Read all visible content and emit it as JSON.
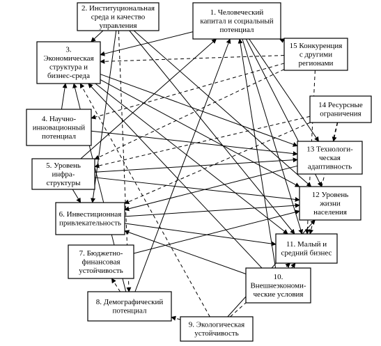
{
  "nodes": [
    {
      "id": "n1",
      "lines": [
        "1. Человеческий",
        "капитал и социальный",
        "потенциал"
      ]
    },
    {
      "id": "n2",
      "lines": [
        "2. Институциональная",
        "среда и качество",
        "управления"
      ]
    },
    {
      "id": "n3",
      "lines": [
        "3.",
        "Экономическая",
        "структура и",
        "бизнес-среда"
      ]
    },
    {
      "id": "n4",
      "lines": [
        "4. Научно-",
        "инновационный",
        "потенциал"
      ]
    },
    {
      "id": "n5",
      "lines": [
        "5. Уровень",
        "инфра-",
        "структуры"
      ]
    },
    {
      "id": "n6",
      "lines": [
        "6. Инвестиционная",
        "привлекательность"
      ]
    },
    {
      "id": "n7",
      "lines": [
        "7. Бюджетно-",
        "финансовая",
        "устойчивость"
      ]
    },
    {
      "id": "n8",
      "lines": [
        "8. Демографический",
        "потенциал"
      ]
    },
    {
      "id": "n9",
      "lines": [
        "9. Экологическая",
        "устойчивость"
      ]
    },
    {
      "id": "n10",
      "lines": [
        "10.",
        "Внешнеэкономи-",
        "ческие условия"
      ]
    },
    {
      "id": "n11",
      "lines": [
        "11. Малый и",
        "средний бизнес"
      ]
    },
    {
      "id": "n12",
      "lines": [
        "12 Уровень",
        "жизни",
        "населения"
      ]
    },
    {
      "id": "n13",
      "lines": [
        "13 Технологи-",
        "ческая",
        "адаптивность"
      ]
    },
    {
      "id": "n14",
      "lines": [
        "14 Ресурсные",
        "ограничения"
      ]
    },
    {
      "id": "n15",
      "lines": [
        "15 Конкуренция",
        "с другими",
        "регионами"
      ]
    }
  ],
  "edges": [
    {
      "from": "n1",
      "to": "n3",
      "style": "solid"
    },
    {
      "from": "n1",
      "to": "n11",
      "style": "solid"
    },
    {
      "from": "n1",
      "to": "n12",
      "style": "solid"
    },
    {
      "from": "n1",
      "to": "n13",
      "style": "solid"
    },
    {
      "from": "n2",
      "to": "n3",
      "style": "solid"
    },
    {
      "from": "n2",
      "to": "n6",
      "style": "solid"
    },
    {
      "from": "n2",
      "to": "n11",
      "style": "solid"
    },
    {
      "from": "n2",
      "to": "n12",
      "style": "solid"
    },
    {
      "from": "n3",
      "to": "n11",
      "style": "solid"
    },
    {
      "from": "n3",
      "to": "n12",
      "style": "solid"
    },
    {
      "from": "n3",
      "to": "n13",
      "style": "solid"
    },
    {
      "from": "n4",
      "to": "n3",
      "style": "solid"
    },
    {
      "from": "n4",
      "to": "n13",
      "style": "solid"
    },
    {
      "from": "n5",
      "to": "n6",
      "style": "solid"
    },
    {
      "from": "n5",
      "to": "n12",
      "style": "solid"
    },
    {
      "from": "n5",
      "to": "n13",
      "style": "solid"
    },
    {
      "from": "n5",
      "to": "n1",
      "style": "solid"
    },
    {
      "from": "n6",
      "to": "n11",
      "style": "solid"
    },
    {
      "from": "n6",
      "to": "n12",
      "style": "solid"
    },
    {
      "from": "n7",
      "to": "n12",
      "style": "solid"
    },
    {
      "from": "n8",
      "to": "n1",
      "style": "solid"
    },
    {
      "from": "n8",
      "to": "n3",
      "style": "solid"
    },
    {
      "from": "n9",
      "to": "n12",
      "style": "solid"
    },
    {
      "from": "n10",
      "to": "n3",
      "style": "solid"
    },
    {
      "from": "n10",
      "to": "n6",
      "style": "solid"
    },
    {
      "from": "n10",
      "to": "n11",
      "style": "solid"
    },
    {
      "from": "n10",
      "to": "n1",
      "style": "solid"
    },
    {
      "from": "n13",
      "to": "n6",
      "style": "solid"
    },
    {
      "from": "n2",
      "to": "n8",
      "style": "dashed"
    },
    {
      "from": "n15",
      "to": "n1",
      "style": "dashed"
    },
    {
      "from": "n15",
      "to": "n3",
      "style": "dashed"
    },
    {
      "from": "n15",
      "to": "n4",
      "style": "dashed"
    },
    {
      "from": "n15",
      "to": "n5",
      "style": "dashed"
    },
    {
      "from": "n15",
      "to": "n11",
      "style": "dashed"
    },
    {
      "from": "n14",
      "to": "n5",
      "style": "dashed"
    },
    {
      "from": "n14",
      "to": "n6",
      "style": "dashed"
    },
    {
      "from": "n14",
      "to": "n11",
      "style": "dashed"
    },
    {
      "from": "n14",
      "to": "n13",
      "style": "dashed"
    },
    {
      "from": "n9",
      "to": "n3",
      "style": "dashed"
    },
    {
      "from": "n9",
      "to": "n8",
      "style": "dashed"
    },
    {
      "from": "n9",
      "to": "n11",
      "style": "dashed"
    },
    {
      "from": "n8",
      "to": "n7",
      "style": "dashed"
    }
  ]
}
